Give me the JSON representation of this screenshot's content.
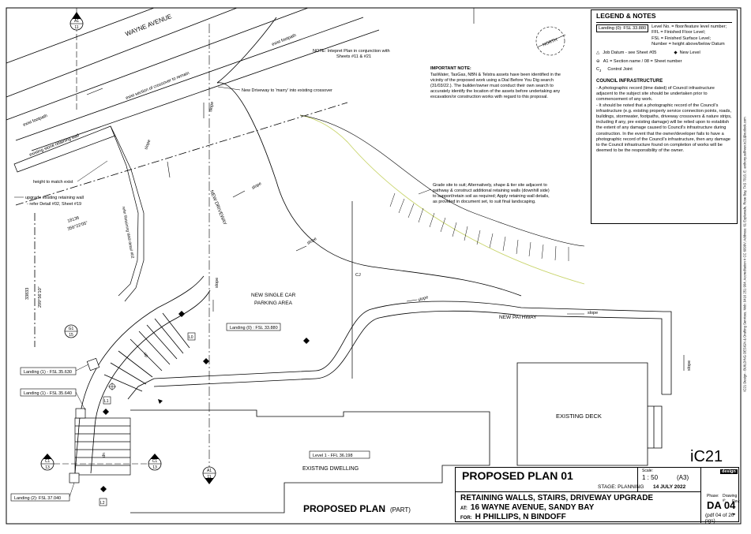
{
  "drawing": {
    "street": "WAYNE AVENUE",
    "labels": {
      "exist_footpath_top": "exist footpath",
      "exist_section": "exist section of crossover to remain",
      "new_driveway_note": "New Driveway to 'marry' into existing crossover",
      "exist_footpath_left": "exist footpath",
      "exist_stone_wall": "existing stone retaining wall",
      "height_match": "height to match exist",
      "upgrade_wall_1": "upgrade existing retaining wall",
      "upgrade_wall_2": "- refer Detail #02, Sheet #19",
      "refer_detail": "refer Retaining Wall detail #02",
      "dist1": "18136",
      "bearing1": "356°22'05\"",
      "dist2": "33833",
      "bearing2": "299°56'10\"",
      "new_driveway": "NEW DRIVEWAY",
      "parking1": "NEW SINGLE CAR",
      "parking2": "PARKING AREA",
      "new_pathway": "NEW PATHWAY",
      "existing_deck": "EXISTING DECK",
      "existing_dwelling": "EXISTING DWELLING",
      "level1": "Level 1 - FFL 36.198",
      "landing0": "Landing (0) : FSL 33.880",
      "landing1a": "Landing (1) - FSL 35.630",
      "landing1b": "Landing (1) - FSL 35.640",
      "landing2": "Landing (2): FSL 37.040",
      "slope": "slope",
      "up": "up",
      "cj": "CJ",
      "north": "NORTH",
      "l0": "L0",
      "l1": "L1",
      "l2": "L2",
      "north_sheet": "11",
      "sec_a1": "A1",
      "sec_c1": "C1",
      "sec_c1_sheet": "13",
      "sec_g1": "G1",
      "sec_g1_sheet": "15"
    },
    "note_interpret_1": "NOTE: Intepret Plan in conjunction with",
    "note_interpret_2": "Sheets #11 & #21",
    "important_title": "IMPORTANT NOTE:",
    "important_lines": [
      "TasWater, TasGas, NBN & Telstra assets have been identified in the",
      "vicinity of the proposed work using a Dial Before You Dig search",
      "(31/03/22.). The builder/owner must conduct their own search to",
      "accurately identify the location of the assets before undertaking any",
      "excavation/or construction works with regard to this proposal."
    ],
    "grade_lines": [
      "Grade site to suit; Alternatively, shape & tier site adjacent to",
      "pathway & construct additional retaining walls (downhill side)",
      "to support/retain soil as required; Apply retaining wall details,",
      "as provided in document set, to suit final landscaping."
    ]
  },
  "legend": {
    "title": "LEGEND & NOTES",
    "landing_box": "Landing (0): FSL 33.880",
    "level_lines": [
      "Level No. = floor/feature level number;",
      "FFL = Finished Floor Level;",
      "FSL = Finished Surface Level;",
      "Number = height above/below Datum"
    ],
    "job_datum": "Job Datum - see Sheet #05",
    "new_level": "New Level",
    "section_note": "A1 = Section name / 08 = Sheet number",
    "control_joint": "Control Joint",
    "council_title": "COUNCIL INFRASTRUCTURE",
    "council_p1": "- A photographic record (time dated) of Council infrastructure adjacent to the subject site should be undertaken prior to commencement of any work.",
    "council_p2": "- It should be noted that a photographic record of the Council's infrastructure (e.g. existing property service connection points, roads, buildings, stormwater, footpaths, driveway crossovers & nature strips, including if any, pre existing damage) will be relied upon to establish the extent of any damage caused to Council's infrastructure during construction. In the event that the owner/developer fails to have a photographic record of the Council's infrastructure, then any damage to the Council infrastructure found on completion of works will be deemed to be the responsibility of the owner."
  },
  "side_text": "IC21 Design - BUILDING DESIGN & Drafting Services; Mob: 0416 251 904; Accreditation # CC 6099V; Address: 61 Esplanade, Rose Bay, TAS 7015; E: anthony.sullivan.ic21@outlook.com",
  "title_block": {
    "title": "PROPOSED PLAN 01",
    "scale_label": "Scale:",
    "scale": "1 : 50",
    "paper": "(A3)",
    "stage": "STAGE: PLANNING",
    "date": "14 JULY 2022",
    "project": "RETAINING WALLS, STAIRS, DRIVEWAY UPGRADE",
    "at_label": "AT:",
    "address": "16 WAYNE AVENUE, SANDY BAY",
    "for_label": "FOR:",
    "client": "H PHILLIPS, N BINDOFF",
    "phase_label": "Phase:",
    "drawing_label": "Drawing #:",
    "rev_label": "Rev:",
    "drawing_no": "DA 04",
    "rev": "-",
    "pdf": "(pdf 04 of 20 pgs)"
  },
  "logo": {
    "mark": "iC21",
    "word": "design"
  },
  "plan_caption": {
    "title": "PROPOSED PLAN",
    "sub": "(PART)"
  }
}
